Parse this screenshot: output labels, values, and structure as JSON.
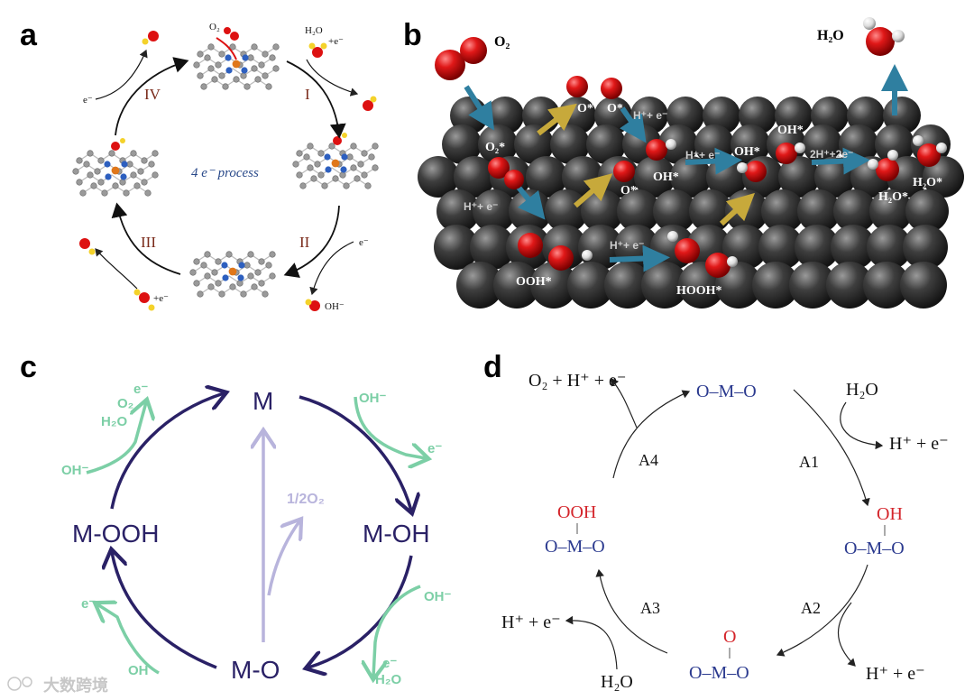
{
  "panels": {
    "a": {
      "letter": "a",
      "center_label": "4 e⁻ process",
      "steps": [
        "IV",
        "I",
        "III",
        "II"
      ],
      "top_species": "O₂",
      "water_plus_e": "H₂O",
      "plus_e": "+e⁻",
      "e_left": "e⁻",
      "e_right": "e⁻",
      "oh_product": "OH⁻",
      "bottom_left_plus_e": "+e⁻"
    },
    "b": {
      "letter": "b",
      "o2_gas": "O₂",
      "h2o_gas": "H₂O",
      "o2_star": "O₂*",
      "o_star_pair_1": "O*",
      "o_star_pair_2": "O*",
      "o_star": "O*",
      "oh_star_1": "OH*",
      "oh_star_2": "OH*",
      "oh_star_3": "OH*",
      "ooh_star": "OOH*",
      "hooh_star": "HOOH*",
      "h2o_star_1": "H₂O*",
      "h2o_star_2": "H₂O*",
      "step_h_e_1": "H⁺+ e⁻",
      "step_h_e_2": "H⁺+ e⁻",
      "step_h_e_3": "H⁺+ e⁻",
      "step_h_e_4": "H⁺+ e⁻",
      "step_2h_2e": "2H⁺+2e⁻"
    },
    "c": {
      "letter": "c",
      "m": "M",
      "m_oh": "M-OH",
      "m_o": "M-O",
      "m_ooh": "M-OOH",
      "half_o2": "1/2O₂",
      "oh_1": "OH⁻",
      "e_1": "e⁻",
      "oh_2": "OH⁻",
      "e_2": "e⁻",
      "h2o_1": "H₂O",
      "oh_3": "OH",
      "e_3": "e⁻",
      "oh_4": "OH⁻",
      "o2_out": "O₂",
      "e_out": "e⁻",
      "h2o_out": "H₂O"
    },
    "d": {
      "letter": "d",
      "top_products": "O₂ + H⁺ + e⁻",
      "top_species": "O–M–O",
      "right_reactant": "H₂O",
      "right_product": "H⁺ + e⁻",
      "a1": "A1",
      "a2": "A2",
      "a3": "A3",
      "a4": "A4",
      "oh_species_top": "OH",
      "oh_species_bottom": "O–M–O",
      "o_species_top": "O",
      "o_species_bottom": "O–M–O",
      "ooh_species_top": "OOH",
      "ooh_species_bottom": "O–M–O",
      "bottom_right_product": "H⁺ + e⁻",
      "left_product": "H⁺ + e⁻",
      "bottom_left_reactant": "H₂O"
    }
  },
  "watermark": "大数跨境",
  "colors": {
    "navy": "#2a2166",
    "lavender": "#b8b4dc",
    "mint": "#7ccfa6",
    "blue_text": "#2b3a8f",
    "red_text": "#d4252b",
    "roman": "#7a2a1a",
    "surface": "#3a3a3a",
    "arrow_blue": "#2f7fa0",
    "arrow_gold": "#c7a93b"
  }
}
